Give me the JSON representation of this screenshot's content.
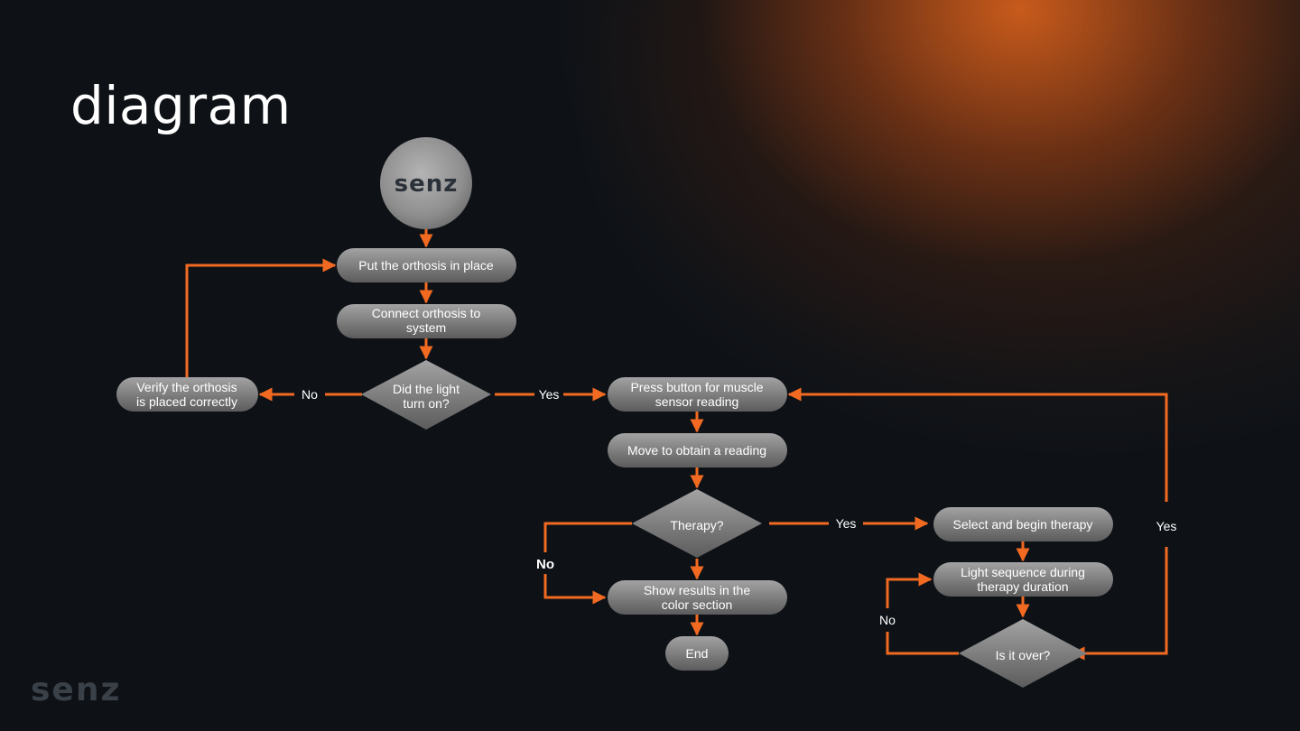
{
  "title": "diagram",
  "footer_logo": "senz",
  "colors": {
    "background": "#0e1217",
    "accent": "#f26a21",
    "node_fill": "#8a8a8a",
    "glow": "#d6601c"
  },
  "nodes": {
    "start": {
      "label": "senz",
      "shape": "circle"
    },
    "put_orthosis": {
      "lines": [
        "Put the orthosis in place"
      ],
      "shape": "rounded-rect"
    },
    "connect": {
      "lines": [
        "Connect orthosis to",
        "system"
      ],
      "shape": "rounded-rect"
    },
    "light_on": {
      "lines": [
        "Did the light",
        "turn on?"
      ],
      "shape": "diamond"
    },
    "verify": {
      "lines": [
        "Verify the orthosis",
        "is placed correctly"
      ],
      "shape": "rounded-rect"
    },
    "press_button": {
      "lines": [
        "Press button for muscle",
        "sensor reading"
      ],
      "shape": "rounded-rect"
    },
    "move": {
      "lines": [
        "Move to obtain a reading"
      ],
      "shape": "rounded-rect"
    },
    "therapy": {
      "lines": [
        "Therapy?"
      ],
      "shape": "diamond"
    },
    "select_therapy": {
      "lines": [
        "Select and begin therapy"
      ],
      "shape": "rounded-rect"
    },
    "light_sequence": {
      "lines": [
        "Light sequence during",
        "therapy duration"
      ],
      "shape": "rounded-rect"
    },
    "is_over": {
      "lines": [
        "Is it over?"
      ],
      "shape": "diamond"
    },
    "show_results": {
      "lines": [
        "Show results in the",
        "color section"
      ],
      "shape": "rounded-rect"
    },
    "end": {
      "lines": [
        "End"
      ],
      "shape": "rounded-rect"
    }
  },
  "edge_labels": {
    "light_no": "No",
    "light_yes": "Yes",
    "therapy_yes": "Yes",
    "therapy_no": "No",
    "over_no": "No",
    "over_yes": "Yes"
  }
}
